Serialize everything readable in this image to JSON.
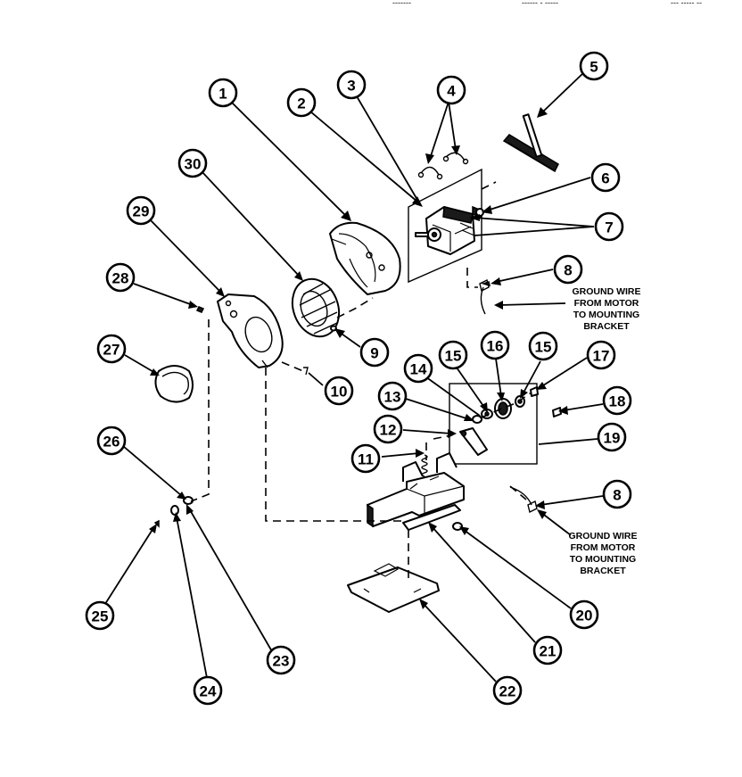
{
  "header_fragments": [
    "-------",
    "------ - -----",
    "--- ----- --"
  ],
  "callouts": [
    {
      "id": "callout-1",
      "label": "1"
    },
    {
      "id": "callout-2",
      "label": "2"
    },
    {
      "id": "callout-3",
      "label": "3"
    },
    {
      "id": "callout-4",
      "label": "4"
    },
    {
      "id": "callout-5",
      "label": "5"
    },
    {
      "id": "callout-6",
      "label": "6"
    },
    {
      "id": "callout-7",
      "label": "7"
    },
    {
      "id": "callout-8a",
      "label": "8"
    },
    {
      "id": "callout-9",
      "label": "9"
    },
    {
      "id": "callout-10",
      "label": "10"
    },
    {
      "id": "callout-11",
      "label": "11"
    },
    {
      "id": "callout-12",
      "label": "12"
    },
    {
      "id": "callout-13",
      "label": "13"
    },
    {
      "id": "callout-14",
      "label": "14"
    },
    {
      "id": "callout-15a",
      "label": "15"
    },
    {
      "id": "callout-15b",
      "label": "15"
    },
    {
      "id": "callout-16",
      "label": "16"
    },
    {
      "id": "callout-17",
      "label": "17"
    },
    {
      "id": "callout-18",
      "label": "18"
    },
    {
      "id": "callout-19",
      "label": "19"
    },
    {
      "id": "callout-8b",
      "label": "8"
    },
    {
      "id": "callout-20",
      "label": "20"
    },
    {
      "id": "callout-21",
      "label": "21"
    },
    {
      "id": "callout-22",
      "label": "22"
    },
    {
      "id": "callout-23",
      "label": "23"
    },
    {
      "id": "callout-24",
      "label": "24"
    },
    {
      "id": "callout-25",
      "label": "25"
    },
    {
      "id": "callout-26",
      "label": "26"
    },
    {
      "id": "callout-27",
      "label": "27"
    },
    {
      "id": "callout-28",
      "label": "28"
    },
    {
      "id": "callout-29",
      "label": "29"
    },
    {
      "id": "callout-30",
      "label": "30"
    }
  ],
  "notes": {
    "ground_wire_top": [
      "GROUND WIRE",
      "FROM MOTOR",
      "TO MOUNTING",
      "BRACKET"
    ],
    "ground_wire_bottom": [
      "GROUND WIRE",
      "FROM MOTOR",
      "TO MOUNTING",
      "BRACKET"
    ]
  }
}
